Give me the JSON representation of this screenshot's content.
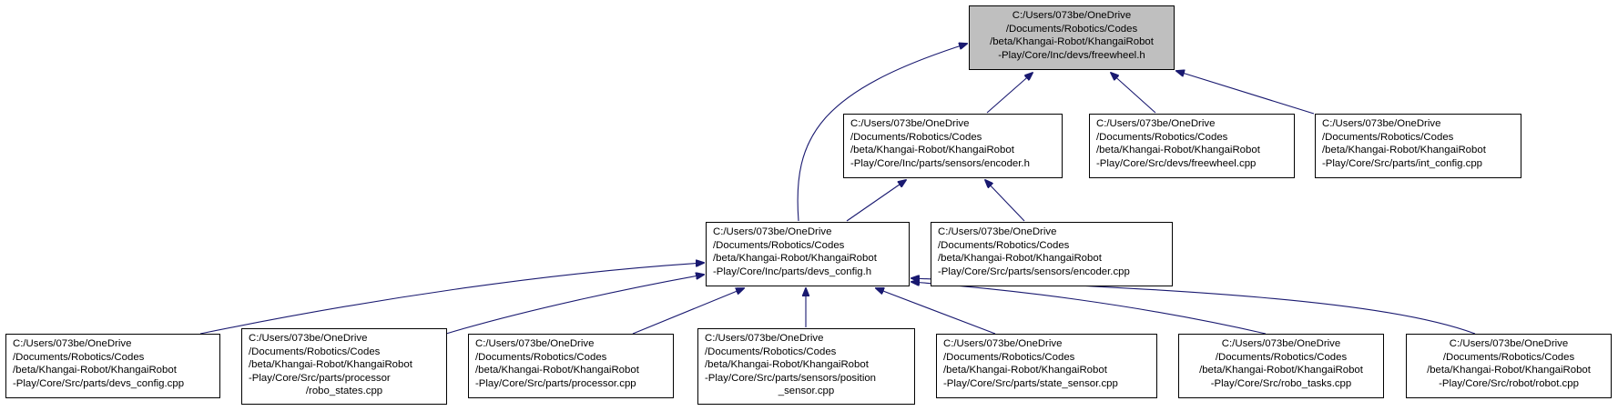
{
  "colors": {
    "edge": "#191970",
    "root_fill": "#bfbfbf",
    "node_fill": "#ffffff",
    "border": "#000000"
  },
  "nodes": {
    "root": {
      "lines": [
        "C:/Users/073be/OneDrive",
        "/Documents/Robotics/Codes",
        "/beta/Khangai-Robot/KhangaiRobot",
        "-Play/Core/Inc/devs/freewheel.h"
      ]
    },
    "encoder_h": {
      "lines": [
        "C:/Users/073be/OneDrive",
        "/Documents/Robotics/Codes",
        "/beta/Khangai-Robot/KhangaiRobot",
        "-Play/Core/Inc/parts/sensors/encoder.h"
      ]
    },
    "freewheel_cpp": {
      "lines": [
        "C:/Users/073be/OneDrive",
        "/Documents/Robotics/Codes",
        "/beta/Khangai-Robot/KhangaiRobot",
        "-Play/Core/Src/devs/freewheel.cpp"
      ]
    },
    "int_config_cpp": {
      "lines": [
        "C:/Users/073be/OneDrive",
        "/Documents/Robotics/Codes",
        "/beta/Khangai-Robot/KhangaiRobot",
        "-Play/Core/Src/parts/int_config.cpp"
      ]
    },
    "devs_config_h": {
      "lines": [
        "C:/Users/073be/OneDrive",
        "/Documents/Robotics/Codes",
        "/beta/Khangai-Robot/KhangaiRobot",
        "-Play/Core/Inc/parts/devs_config.h"
      ]
    },
    "encoder_cpp": {
      "lines": [
        "C:/Users/073be/OneDrive",
        "/Documents/Robotics/Codes",
        "/beta/Khangai-Robot/KhangaiRobot",
        "-Play/Core/Src/parts/sensors/encoder.cpp"
      ]
    },
    "devs_config_cpp": {
      "lines": [
        "C:/Users/073be/OneDrive",
        "/Documents/Robotics/Codes",
        "/beta/Khangai-Robot/KhangaiRobot",
        "-Play/Core/Src/parts/devs_config.cpp"
      ]
    },
    "robo_states_cpp": {
      "lines": [
        "C:/Users/073be/OneDrive",
        "/Documents/Robotics/Codes",
        "/beta/Khangai-Robot/KhangaiRobot",
        "-Play/Core/Src/parts/processor",
        "/robo_states.cpp"
      ]
    },
    "processor_cpp": {
      "lines": [
        "C:/Users/073be/OneDrive",
        "/Documents/Robotics/Codes",
        "/beta/Khangai-Robot/KhangaiRobot",
        "-Play/Core/Src/parts/processor.cpp"
      ]
    },
    "position_sensor_cpp": {
      "lines": [
        "C:/Users/073be/OneDrive",
        "/Documents/Robotics/Codes",
        "/beta/Khangai-Robot/KhangaiRobot",
        "-Play/Core/Src/parts/sensors/position",
        "_sensor.cpp"
      ]
    },
    "state_sensor_cpp": {
      "lines": [
        "C:/Users/073be/OneDrive",
        "/Documents/Robotics/Codes",
        "/beta/Khangai-Robot/KhangaiRobot",
        "-Play/Core/Src/parts/state_sensor.cpp"
      ]
    },
    "robo_tasks_cpp": {
      "lines": [
        "C:/Users/073be/OneDrive",
        "/Documents/Robotics/Codes",
        "/beta/Khangai-Robot/KhangaiRobot",
        "-Play/Core/Src/robo_tasks.cpp"
      ]
    },
    "robot_cpp": {
      "lines": [
        "C:/Users/073be/OneDrive",
        "/Documents/Robotics/Codes",
        "/beta/Khangai-Robot/KhangaiRobot",
        "-Play/Core/Src/robot/robot.cpp"
      ]
    }
  },
  "edges": [
    {
      "from": "encoder_h",
      "to": "root"
    },
    {
      "from": "freewheel_cpp",
      "to": "root"
    },
    {
      "from": "int_config_cpp",
      "to": "root"
    },
    {
      "from": "devs_config_h",
      "to": "root"
    },
    {
      "from": "devs_config_h",
      "to": "encoder_h"
    },
    {
      "from": "encoder_cpp",
      "to": "encoder_h"
    },
    {
      "from": "devs_config_cpp",
      "to": "devs_config_h"
    },
    {
      "from": "robo_states_cpp",
      "to": "devs_config_h"
    },
    {
      "from": "processor_cpp",
      "to": "devs_config_h"
    },
    {
      "from": "position_sensor_cpp",
      "to": "devs_config_h"
    },
    {
      "from": "state_sensor_cpp",
      "to": "devs_config_h"
    },
    {
      "from": "robo_tasks_cpp",
      "to": "devs_config_h"
    },
    {
      "from": "robot_cpp",
      "to": "devs_config_h"
    }
  ]
}
